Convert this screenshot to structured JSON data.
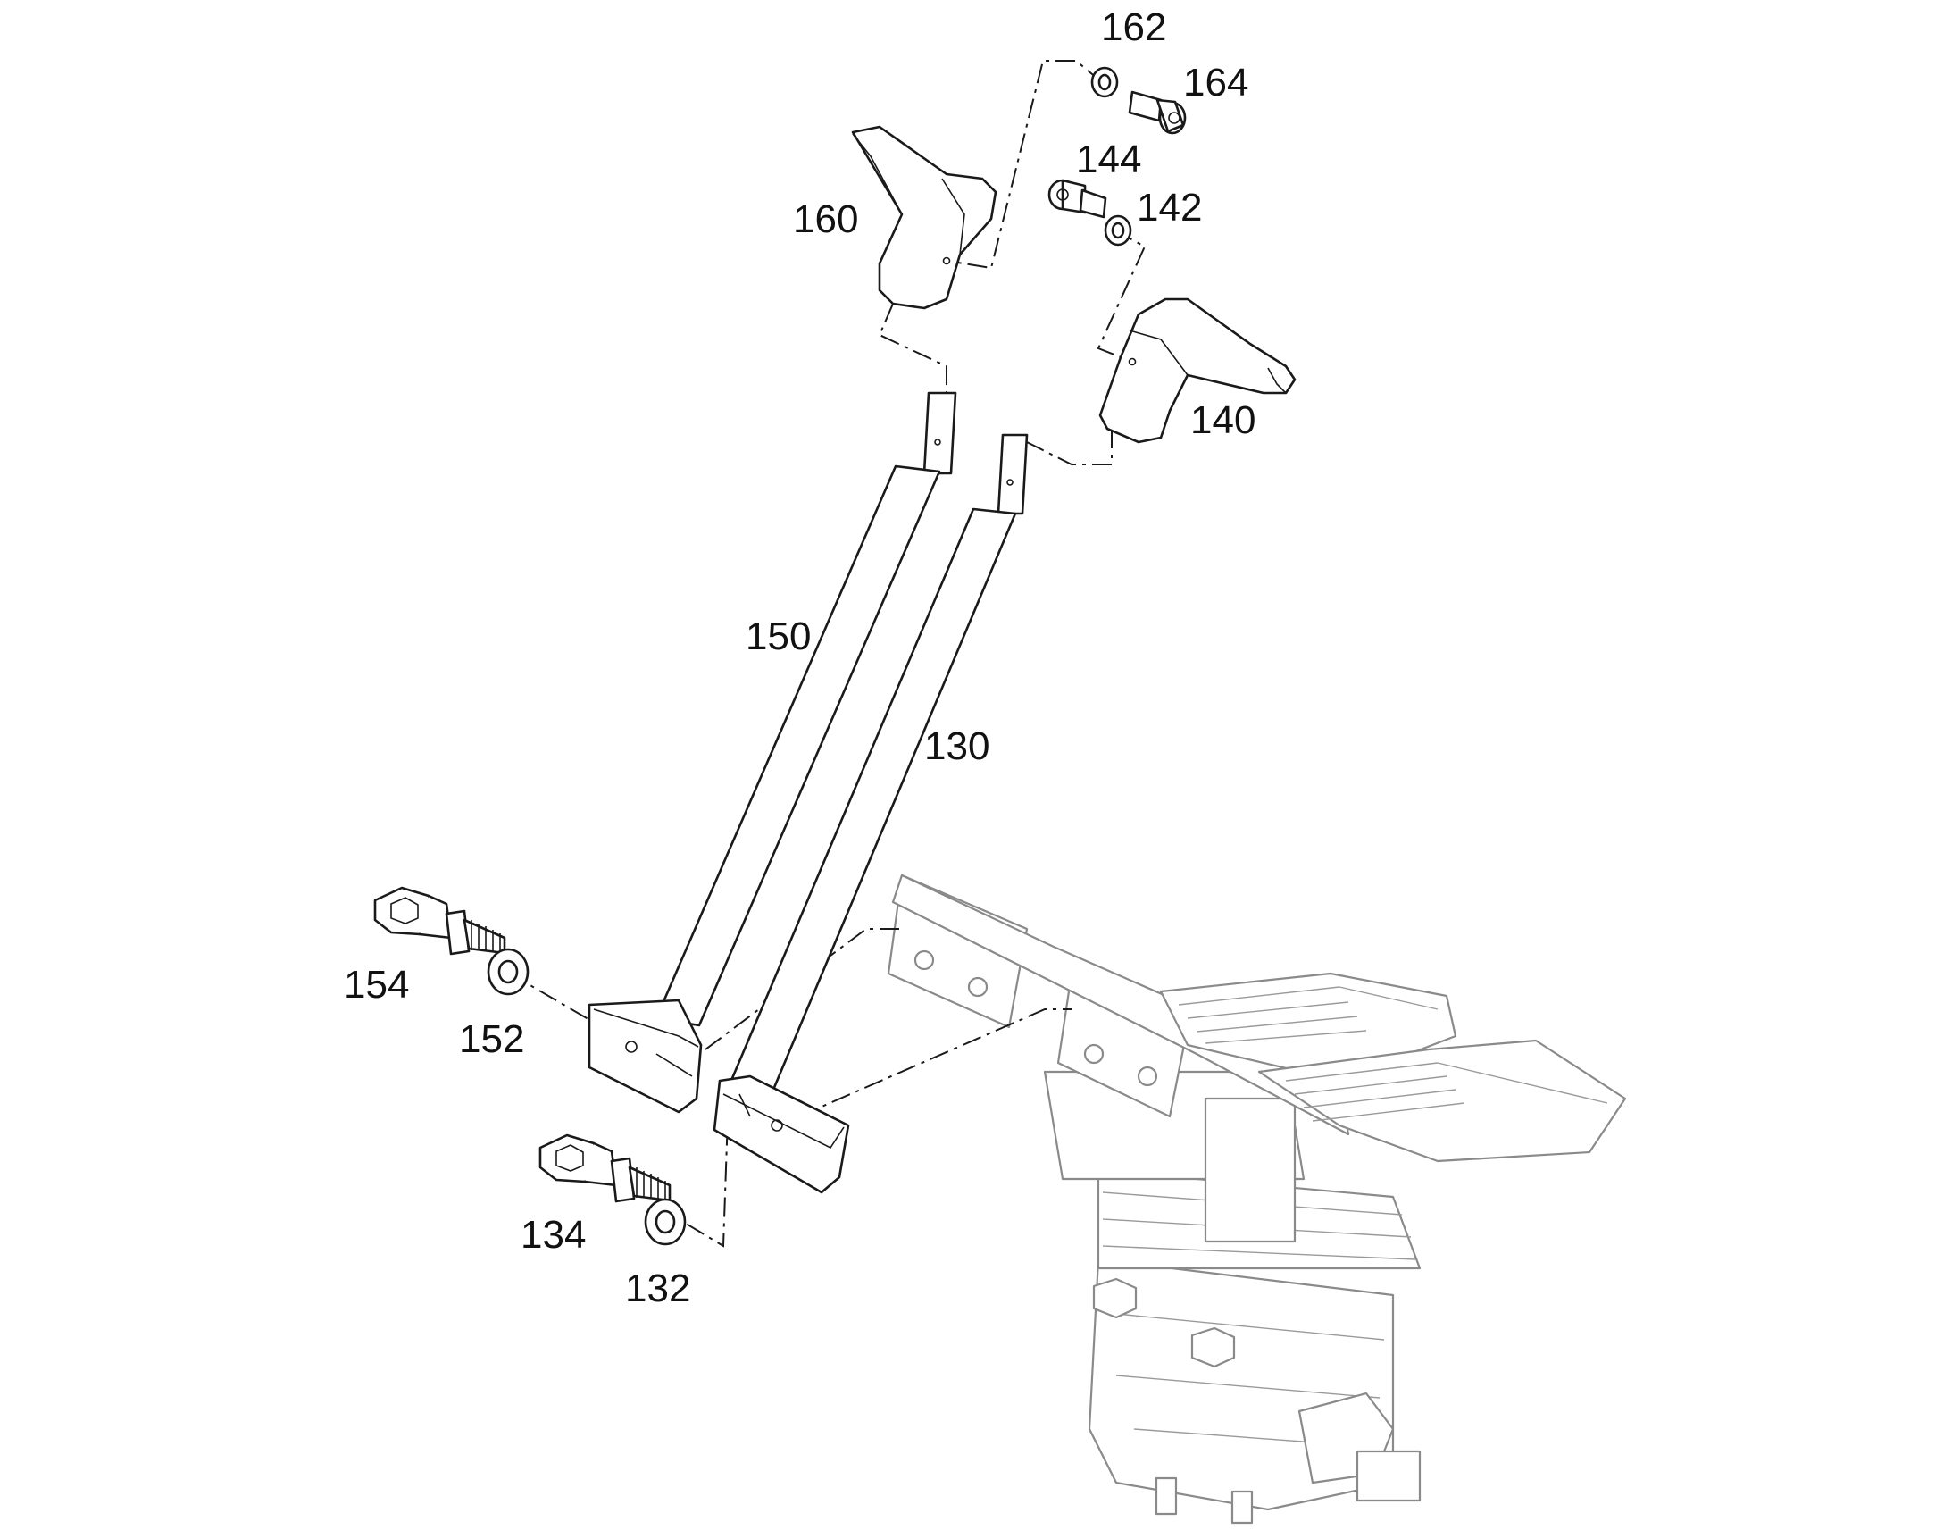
{
  "diagram": {
    "type": "exploded-parts-view",
    "labels": {
      "p130": "130",
      "p132": "132",
      "p134": "134",
      "p140": "140",
      "p142": "142",
      "p144": "144",
      "p150": "150",
      "p152": "152",
      "p154": "154",
      "p160": "160",
      "p162": "162",
      "p164": "164"
    }
  }
}
